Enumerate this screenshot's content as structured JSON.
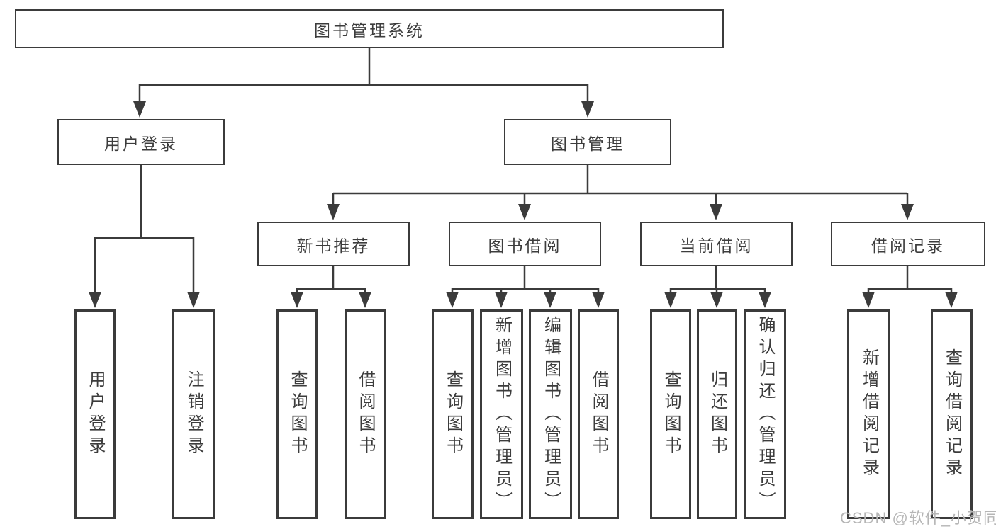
{
  "diagram": {
    "root": {
      "label": "图书管理系统"
    },
    "branches": [
      {
        "label": "用户登录",
        "children": [
          {
            "label": "用户登录"
          },
          {
            "label": "注销登录"
          }
        ]
      },
      {
        "label": "图书管理",
        "children": [
          {
            "label": "新书推荐",
            "children": [
              {
                "label": "查询图书"
              },
              {
                "label": "借阅图书"
              }
            ]
          },
          {
            "label": "图书借阅",
            "children": [
              {
                "label": "查询图书"
              },
              {
                "label": "新增图书（管理员）"
              },
              {
                "label": "编辑图书（管理员）"
              },
              {
                "label": "借阅图书"
              }
            ]
          },
          {
            "label": "当前借阅",
            "children": [
              {
                "label": "查询图书"
              },
              {
                "label": "归还图书"
              },
              {
                "label": "确认归还（管理员）"
              }
            ]
          },
          {
            "label": "借阅记录",
            "children": [
              {
                "label": "新增借阅记录"
              },
              {
                "label": "查询借阅记录"
              }
            ]
          }
        ]
      }
    ]
  },
  "watermark": {
    "text": "CSDN @软件_小贺同学"
  },
  "colors": {
    "line": "#3b3b3b",
    "border": "#3b3b3b",
    "text": "#3c3c3c",
    "watermark": "#b6b6b6",
    "background": "#ffffff"
  }
}
